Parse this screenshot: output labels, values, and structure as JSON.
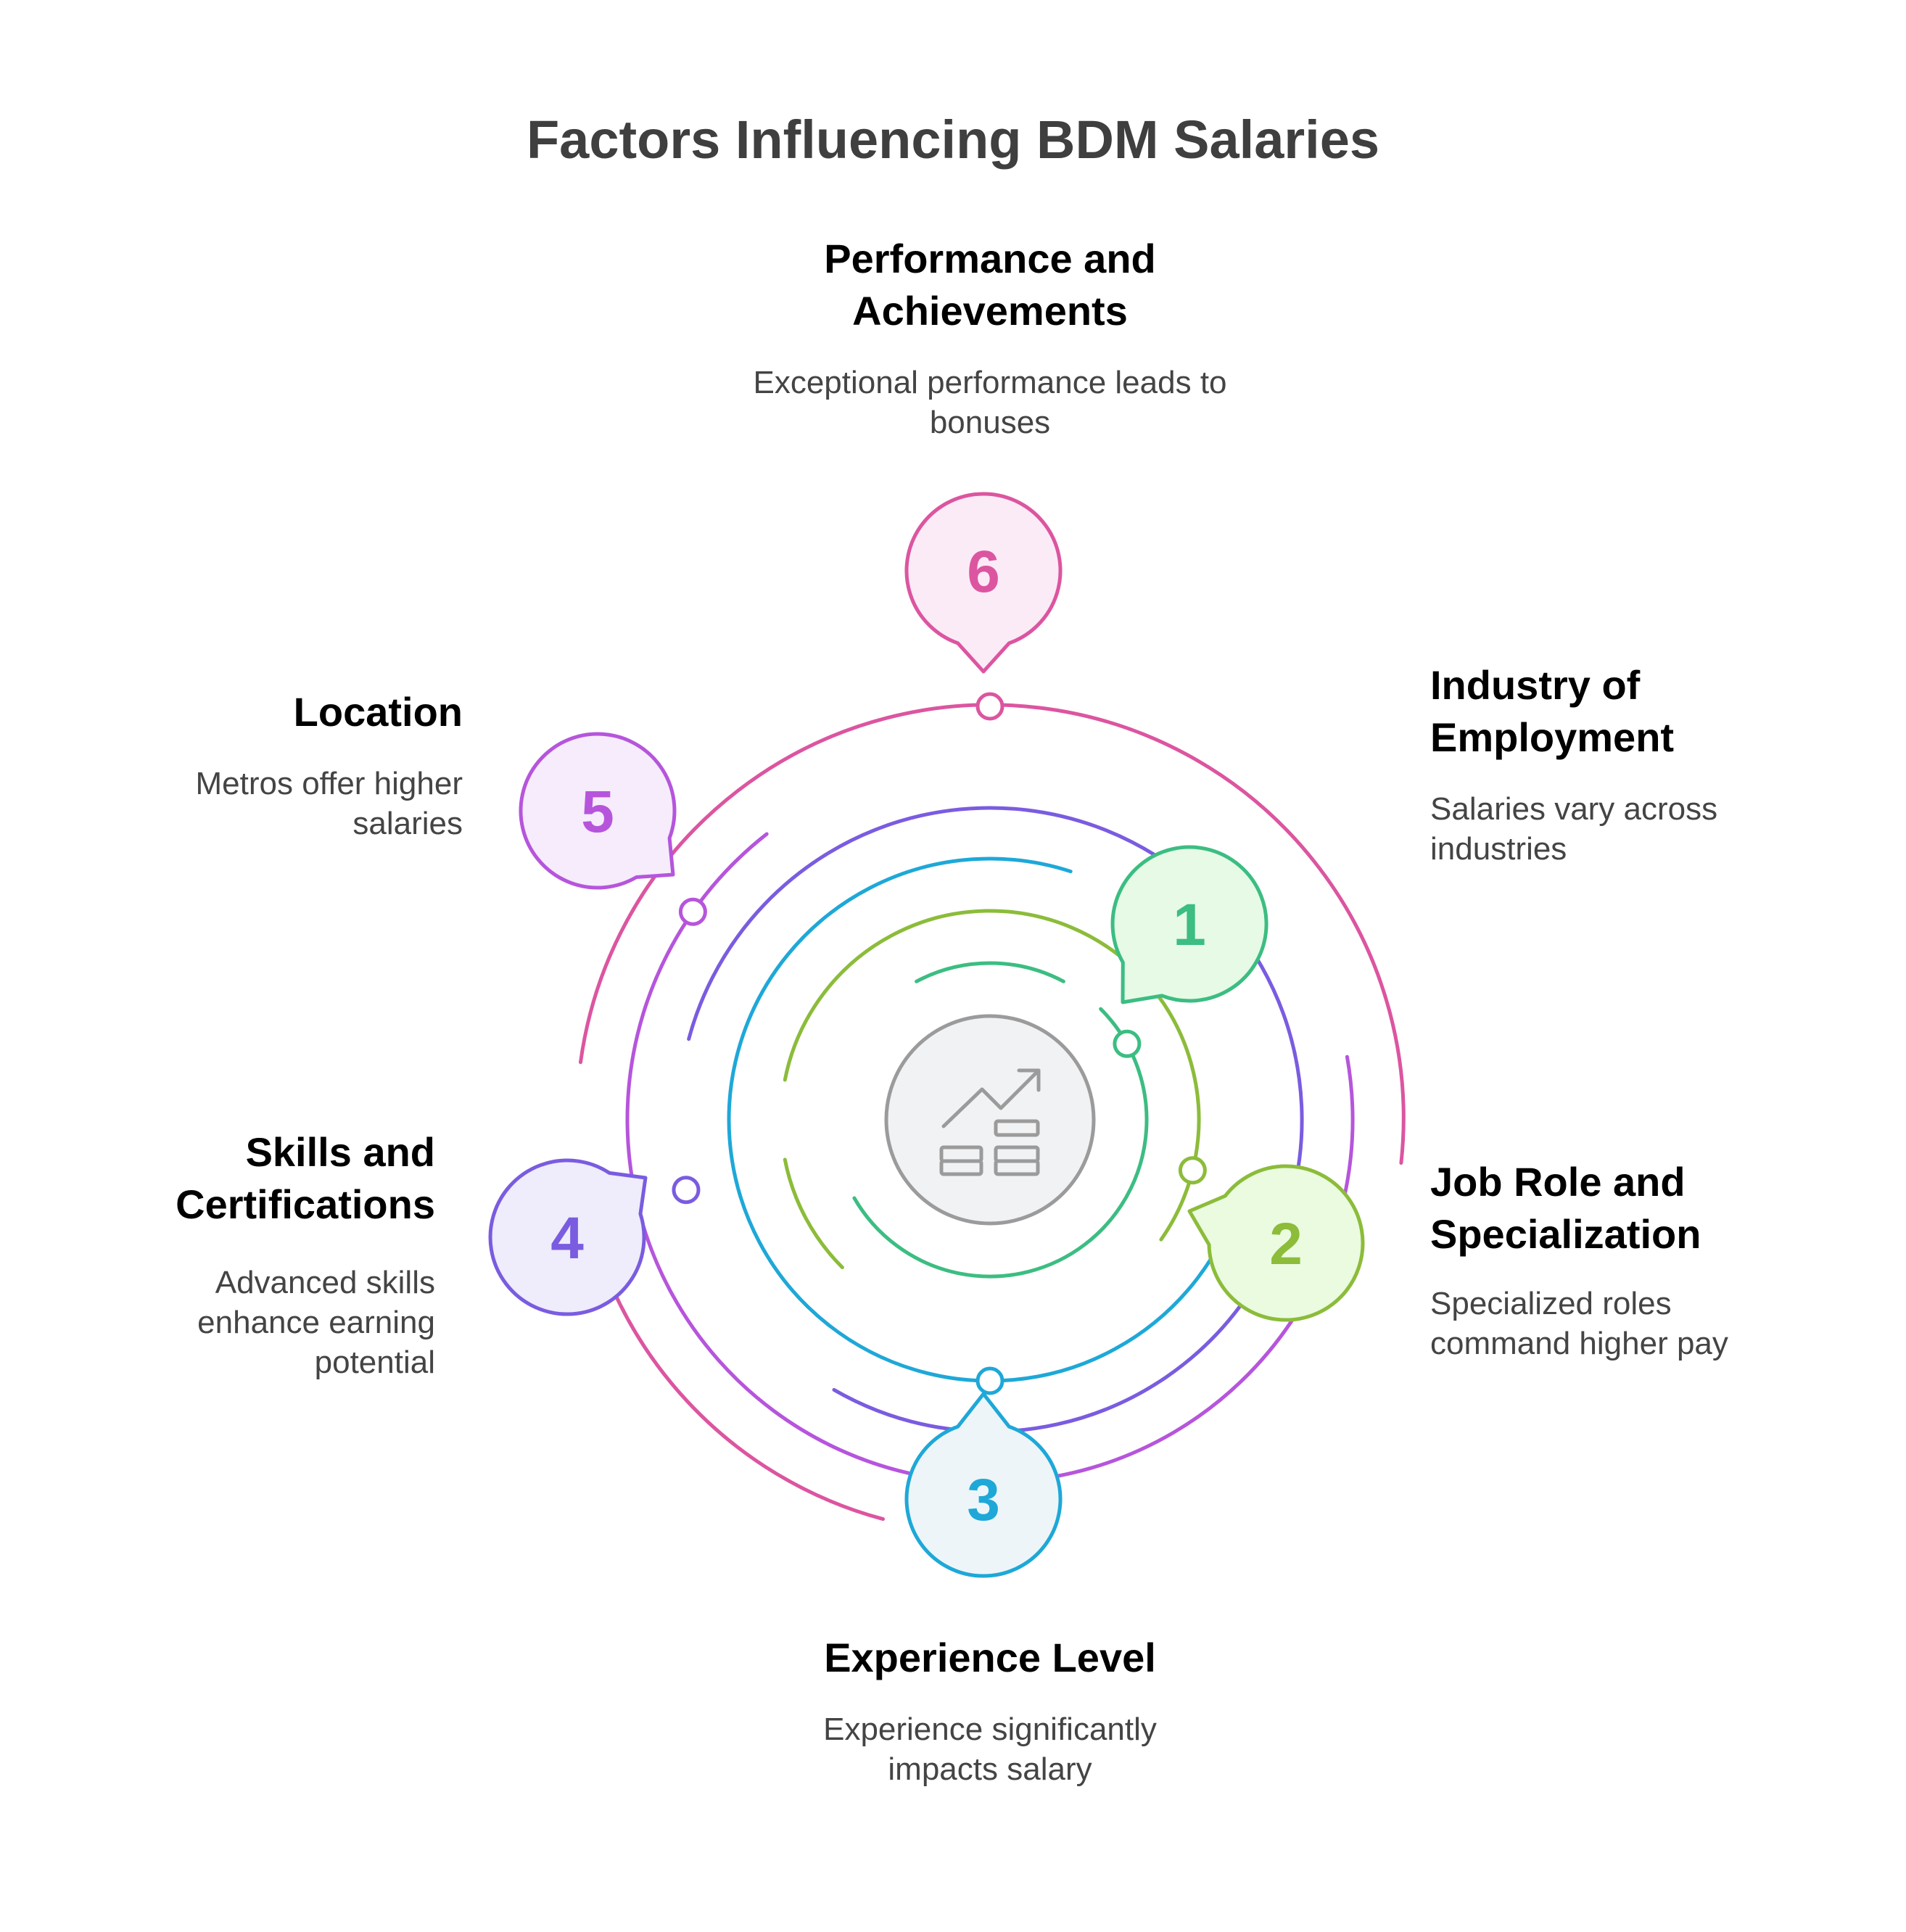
{
  "title": "Factors Influencing BDM Salaries",
  "center_icon": "growth-chart-coins-icon",
  "factors": [
    {
      "number": "1",
      "heading": "Industry of Employment",
      "description": "Salaries vary across industries",
      "color": "#3cbd82",
      "fill": "#e6fae6"
    },
    {
      "number": "2",
      "heading": "Job Role and Specialization",
      "description": "Specialized roles command higher pay",
      "color": "#8cbc3a",
      "fill": "#eafbe0"
    },
    {
      "number": "3",
      "heading": "Experience Level",
      "description": "Experience significantly impacts salary",
      "color": "#1ea8d8",
      "fill": "#edf5f8"
    },
    {
      "number": "4",
      "heading": "Skills and Certifications",
      "description": "Advanced skills enhance earning potential",
      "color": "#7a5ce0",
      "fill": "#efecfb"
    },
    {
      "number": "5",
      "heading": "Location",
      "description": "Metros offer higher salaries",
      "color": "#b655dc",
      "fill": "#f6ecfb"
    },
    {
      "number": "6",
      "heading": "Performance and Achievements",
      "description": "Exceptional performance leads to bonuses",
      "color": "#dc55a0",
      "fill": "#fbebf6"
    }
  ]
}
